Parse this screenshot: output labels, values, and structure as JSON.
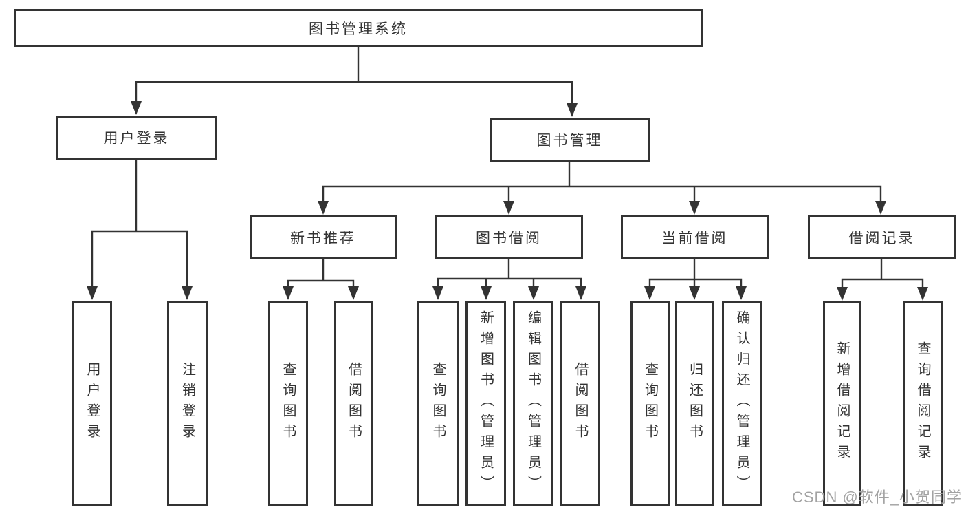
{
  "diagram": {
    "root": "图书管理系统",
    "branches": [
      {
        "label": "用户登录",
        "children": [
          "用户登录",
          "注销登录"
        ]
      },
      {
        "label": "图书管理",
        "sections": [
          {
            "label": "新书推荐",
            "children": [
              "查询图书",
              "借阅图书"
            ]
          },
          {
            "label": "图书借阅",
            "children": [
              "查询图书",
              "新增图书（管理员）",
              "编辑图书（管理员）",
              "借阅图书"
            ]
          },
          {
            "label": "当前借阅",
            "children": [
              "查询图书",
              "归还图书",
              "确认归还（管理员）"
            ]
          },
          {
            "label": "借阅记录",
            "children": [
              "新增借阅记录",
              "查询借阅记录"
            ]
          }
        ]
      }
    ]
  },
  "watermark": "CSDN @软件_小贺同学",
  "colors": {
    "line": "#333333",
    "text": "#333333",
    "watermark": "#a2a2a2",
    "background": "#ffffff"
  }
}
